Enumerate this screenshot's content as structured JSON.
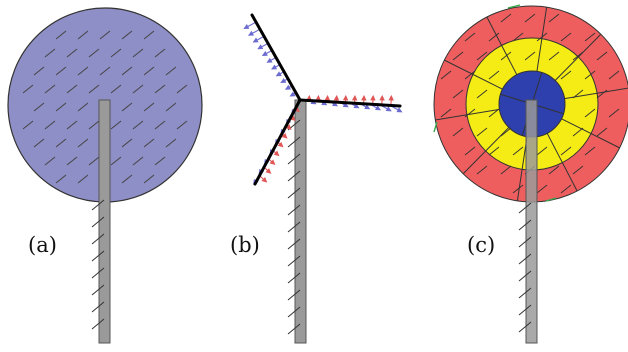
{
  "panels": [
    {
      "id": "a",
      "label": "(a)"
    },
    {
      "id": "b",
      "label": "(b)"
    },
    {
      "id": "c",
      "label": "(c)"
    }
  ],
  "colors": {
    "disk_fill": "#8f8fc7",
    "tower": "#999999",
    "blade": "#000000",
    "ring_outer": "#ee5e5e",
    "ring_middle": "#f4ec14",
    "ring_inner": "#2e3fae",
    "arrows_blue": "#7a7ad0",
    "arrows_red": "#e06060",
    "hatch": "#333333"
  }
}
